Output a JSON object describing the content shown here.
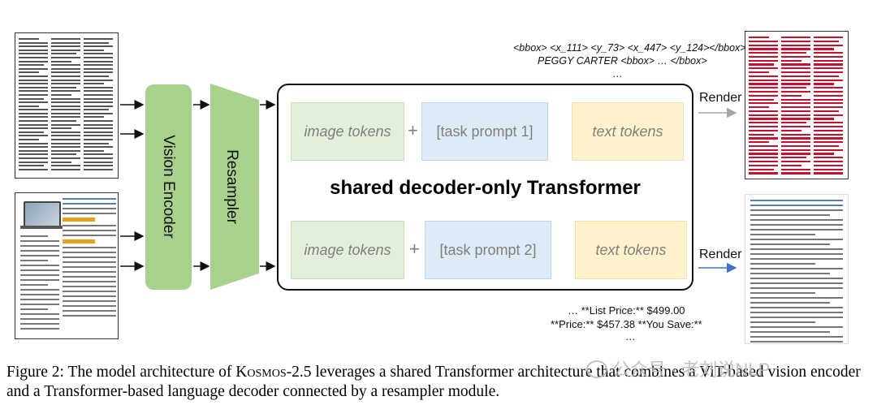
{
  "modules": {
    "vision_encoder": "Vision Encoder",
    "resampler": "Resampler",
    "decoder": "shared decoder-only Transformer"
  },
  "task1": {
    "image_tokens": "image tokens",
    "plus": "+",
    "task_prompt": "[task prompt 1]",
    "text_tokens": "text tokens",
    "render": "Render",
    "output_line1": "<bbox> <x_111> <y_73> <x_447> <y_124></bbox>",
    "output_line2": "PEGGY CARTER  <bbox> … </bbox>",
    "output_line3": "…"
  },
  "task2": {
    "image_tokens": "image tokens",
    "plus": "+",
    "task_prompt": "[task prompt 2]",
    "text_tokens": "text tokens",
    "render": "Render",
    "output_line1": "… **List Price:** $499.00",
    "output_line2": "**Price:**  $457.38 **You Save:**",
    "output_line3": "…"
  },
  "caption": {
    "prefix": "Figure 2: The model architecture of ",
    "model_name": "Kosmos",
    "model_version": "-2.5",
    "rest": " leverages a shared Transformer architecture that combines a ViT-based vision encoder and a Transformer-based language decoder connected by a resampler module."
  },
  "watermark": "公众号 · 老刘说NLP",
  "colors": {
    "encoder": "#a9d18e",
    "image_tokens_fill": "#e2efda",
    "task_prompt_fill": "#ddebf7",
    "text_tokens_fill": "#fff2cc",
    "render_arrow_1": "#a6a6a6",
    "render_arrow_2": "#4472c4",
    "ocr_box": "#c8102e"
  }
}
